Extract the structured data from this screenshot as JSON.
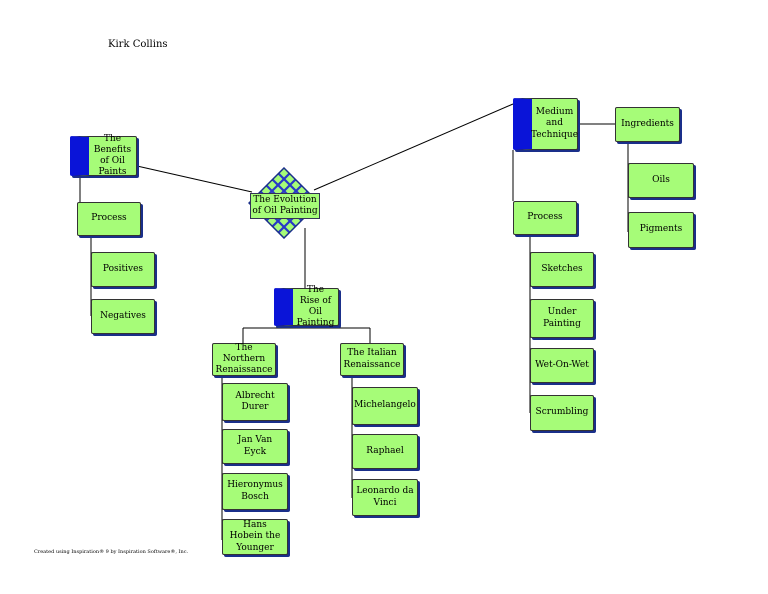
{
  "header": {
    "author": "Kirk Collins"
  },
  "footer": {
    "credit": "Created using Inspiration® 9 by Inspiration Software®, Inc."
  },
  "colors": {
    "node_fill": "#a6fc78",
    "flag": "#0a14d8",
    "shadow": "#1a2f8a",
    "hub_grid": "#2838c8"
  },
  "diagram": {
    "central": "The Evolution of Oil Painting",
    "branches": {
      "benefits": {
        "title": "The Benefits of Oil Paints",
        "process": "Process",
        "items": [
          "Positives",
          "Negatives"
        ]
      },
      "rise": {
        "title": "The Rise of Oil Painting",
        "northern": {
          "title": "The Northern Renaissance",
          "artists": [
            "Albrecht Durer",
            "Jan Van Eyck",
            "Hieronymus Bosch",
            "Hans Hobein the Younger"
          ]
        },
        "italian": {
          "title": "The Italian Renaissance",
          "artists": [
            "Michelangelo",
            "Raphael",
            "Leonardo da Vinci"
          ]
        }
      },
      "medium": {
        "title": "Medium and Technique",
        "process": "Process",
        "steps": [
          "Sketches",
          "Under Painting",
          "Wet-On-Wet",
          "Scrumbling"
        ],
        "ingredients": {
          "title": "Ingredients",
          "items": [
            "Oils",
            "Pigments"
          ]
        }
      }
    }
  }
}
